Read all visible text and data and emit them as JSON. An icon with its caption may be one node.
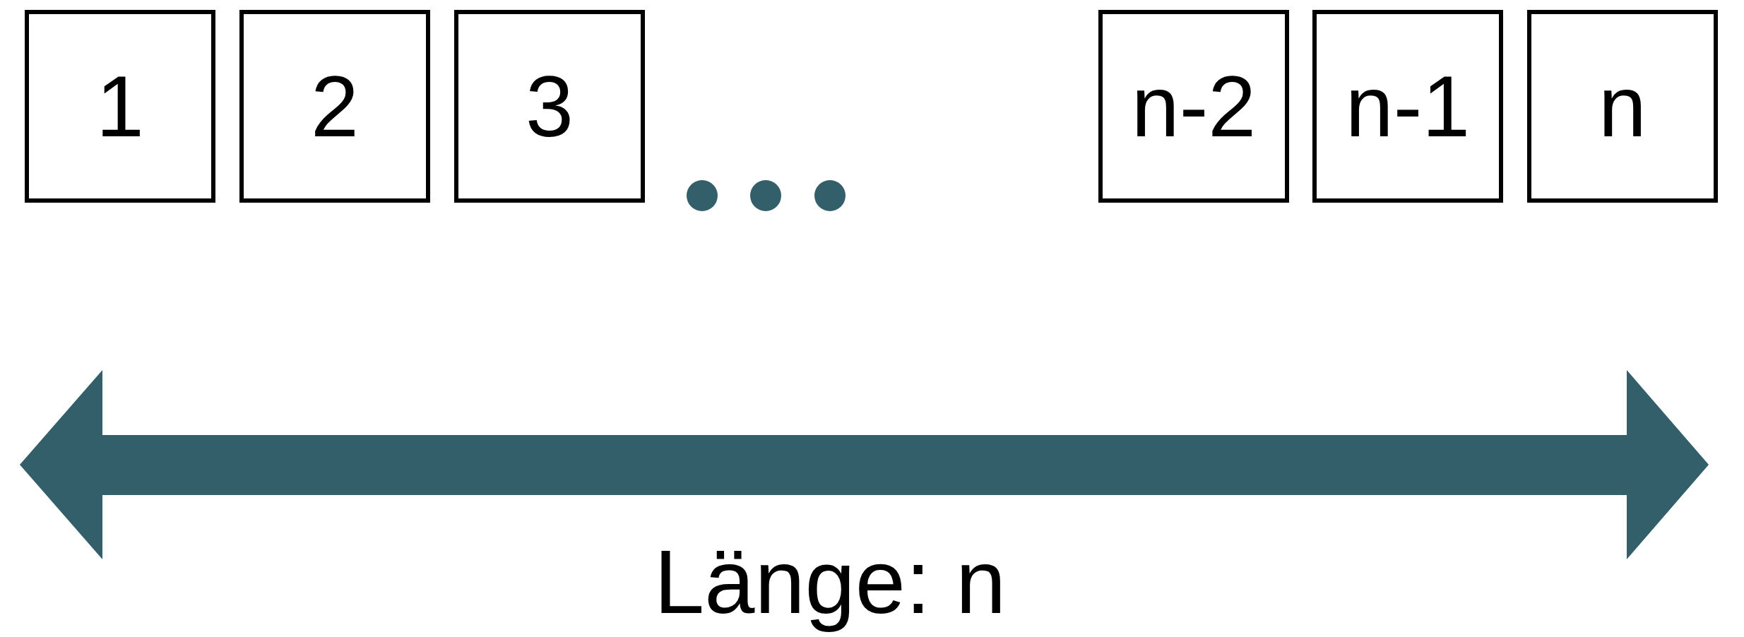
{
  "diagram": {
    "nodes": [
      {
        "text": [
          "1"
        ]
      },
      {
        "text": [
          "2"
        ]
      },
      {
        "text": [
          "3"
        ]
      },
      {
        "text": [
          "n-2"
        ]
      },
      {
        "text": [
          "n-1"
        ]
      },
      {
        "text": [
          "n"
        ]
      }
    ],
    "labels": [
      "Länge: n"
    ]
  }
}
